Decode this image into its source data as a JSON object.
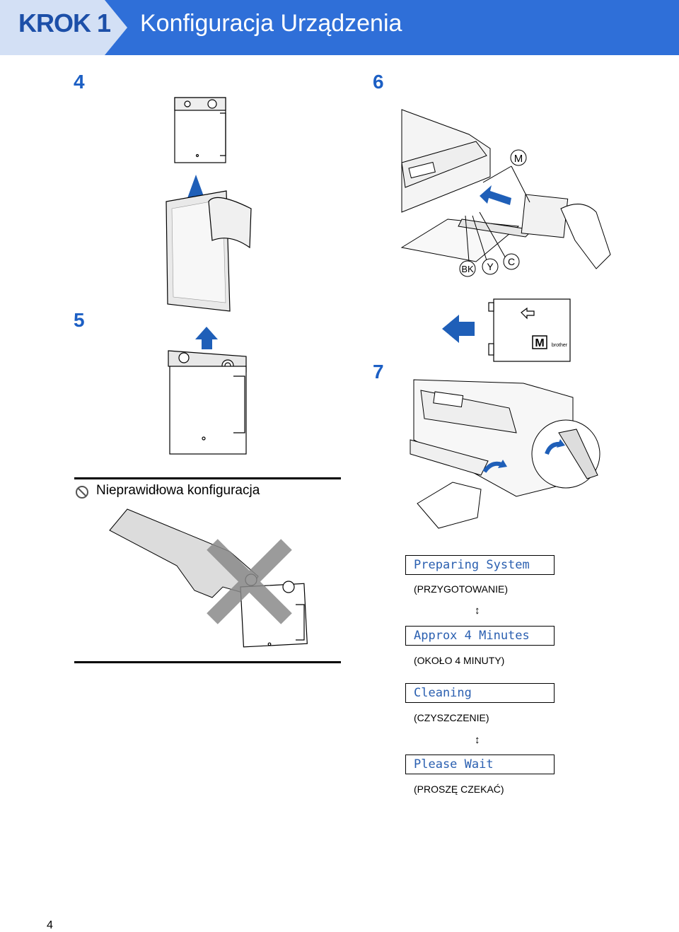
{
  "header": {
    "step_label": "KROK 1",
    "title": "Konfiguracja Urządzenia"
  },
  "steps": {
    "s4": "4",
    "s5": "5",
    "s6": "6",
    "s7": "7"
  },
  "illustration_labels": {
    "magenta": "M",
    "black": "BK",
    "yellow": "Y",
    "cyan": "C",
    "cartridge_letter": "M",
    "brand": "brother"
  },
  "warning": {
    "title": "Nieprawidłowa konfiguracja"
  },
  "lcd_messages": [
    {
      "display": "Preparing System",
      "caption": "(PRZYGOTOWANIE)"
    },
    {
      "display": "Approx 4 Minutes",
      "caption": "(OKOŁO 4 MINUTY)"
    },
    {
      "display": "Cleaning",
      "caption": "(CZYSZCZENIE)"
    },
    {
      "display": "Please Wait",
      "caption": "(PROSZĘ CZEKAĆ)"
    }
  ],
  "arrows": {
    "alternate": "↕"
  },
  "page_number": "4",
  "colors": {
    "header_blue": "#2f6fd8",
    "tab_light": "#d3e0f5",
    "step_blue": "#1c5fc4",
    "arrow_blue": "#1f5fb8",
    "lcd_text": "#2a5fb0"
  }
}
